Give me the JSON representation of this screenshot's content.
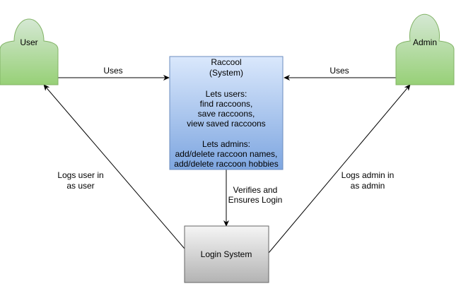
{
  "actors": {
    "user": {
      "label": "User"
    },
    "admin": {
      "label": "Admin"
    }
  },
  "system_box": {
    "title_line1": "Raccool",
    "title_line2": "(System)",
    "users_heading": "Lets users:",
    "users_items": [
      "find raccoons,",
      "save raccoons,",
      "view saved raccoons"
    ],
    "admins_heading": "Lets admins:",
    "admins_items": [
      "add/delete raccoon names,",
      "add/delete raccoon hobbies"
    ]
  },
  "login_box": {
    "label": "Login System"
  },
  "edges": {
    "user_uses": "Uses",
    "admin_uses": "Uses",
    "verifies_line1": "Verifies and",
    "verifies_line2": "Ensures Login",
    "logs_user_line1": "Logs user in",
    "logs_user_line2": "as user",
    "logs_admin_line1": "Logs admin in",
    "logs_admin_line2": "as admin"
  },
  "colors": {
    "actor_fill_top": "#d5e8d4",
    "actor_fill_bottom": "#97d077",
    "actor_stroke": "#82b366",
    "system_fill_top": "#dae8fc",
    "system_fill_bottom": "#7ea6e0",
    "system_stroke": "#6c8ebf",
    "login_fill_top": "#f5f5f5",
    "login_fill_bottom": "#b3b3b3",
    "login_stroke": "#666666",
    "edge": "#000000"
  }
}
